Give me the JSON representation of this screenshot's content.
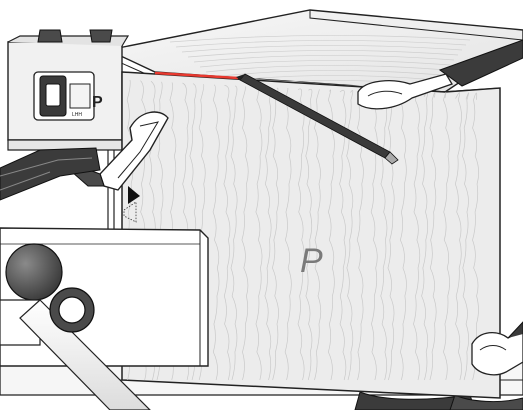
{
  "scene": {
    "panel_marking": "P",
    "jig_marking": "P",
    "jig_small_text": "LHH",
    "colors": {
      "board_face": "#ececec",
      "board_top": "#f2f2f2",
      "grain": "#c9c9c9",
      "pencil_line": "#e8392f",
      "pencil_body": "#3a3a3a",
      "clamp_dark": "#3b3b3b",
      "clamp_handle": "#ffffff",
      "outline": "#222222",
      "jig_body": "#f1f1f1",
      "hardware": "#4a4a4a",
      "rail_pale": "#f4f4f4"
    }
  }
}
